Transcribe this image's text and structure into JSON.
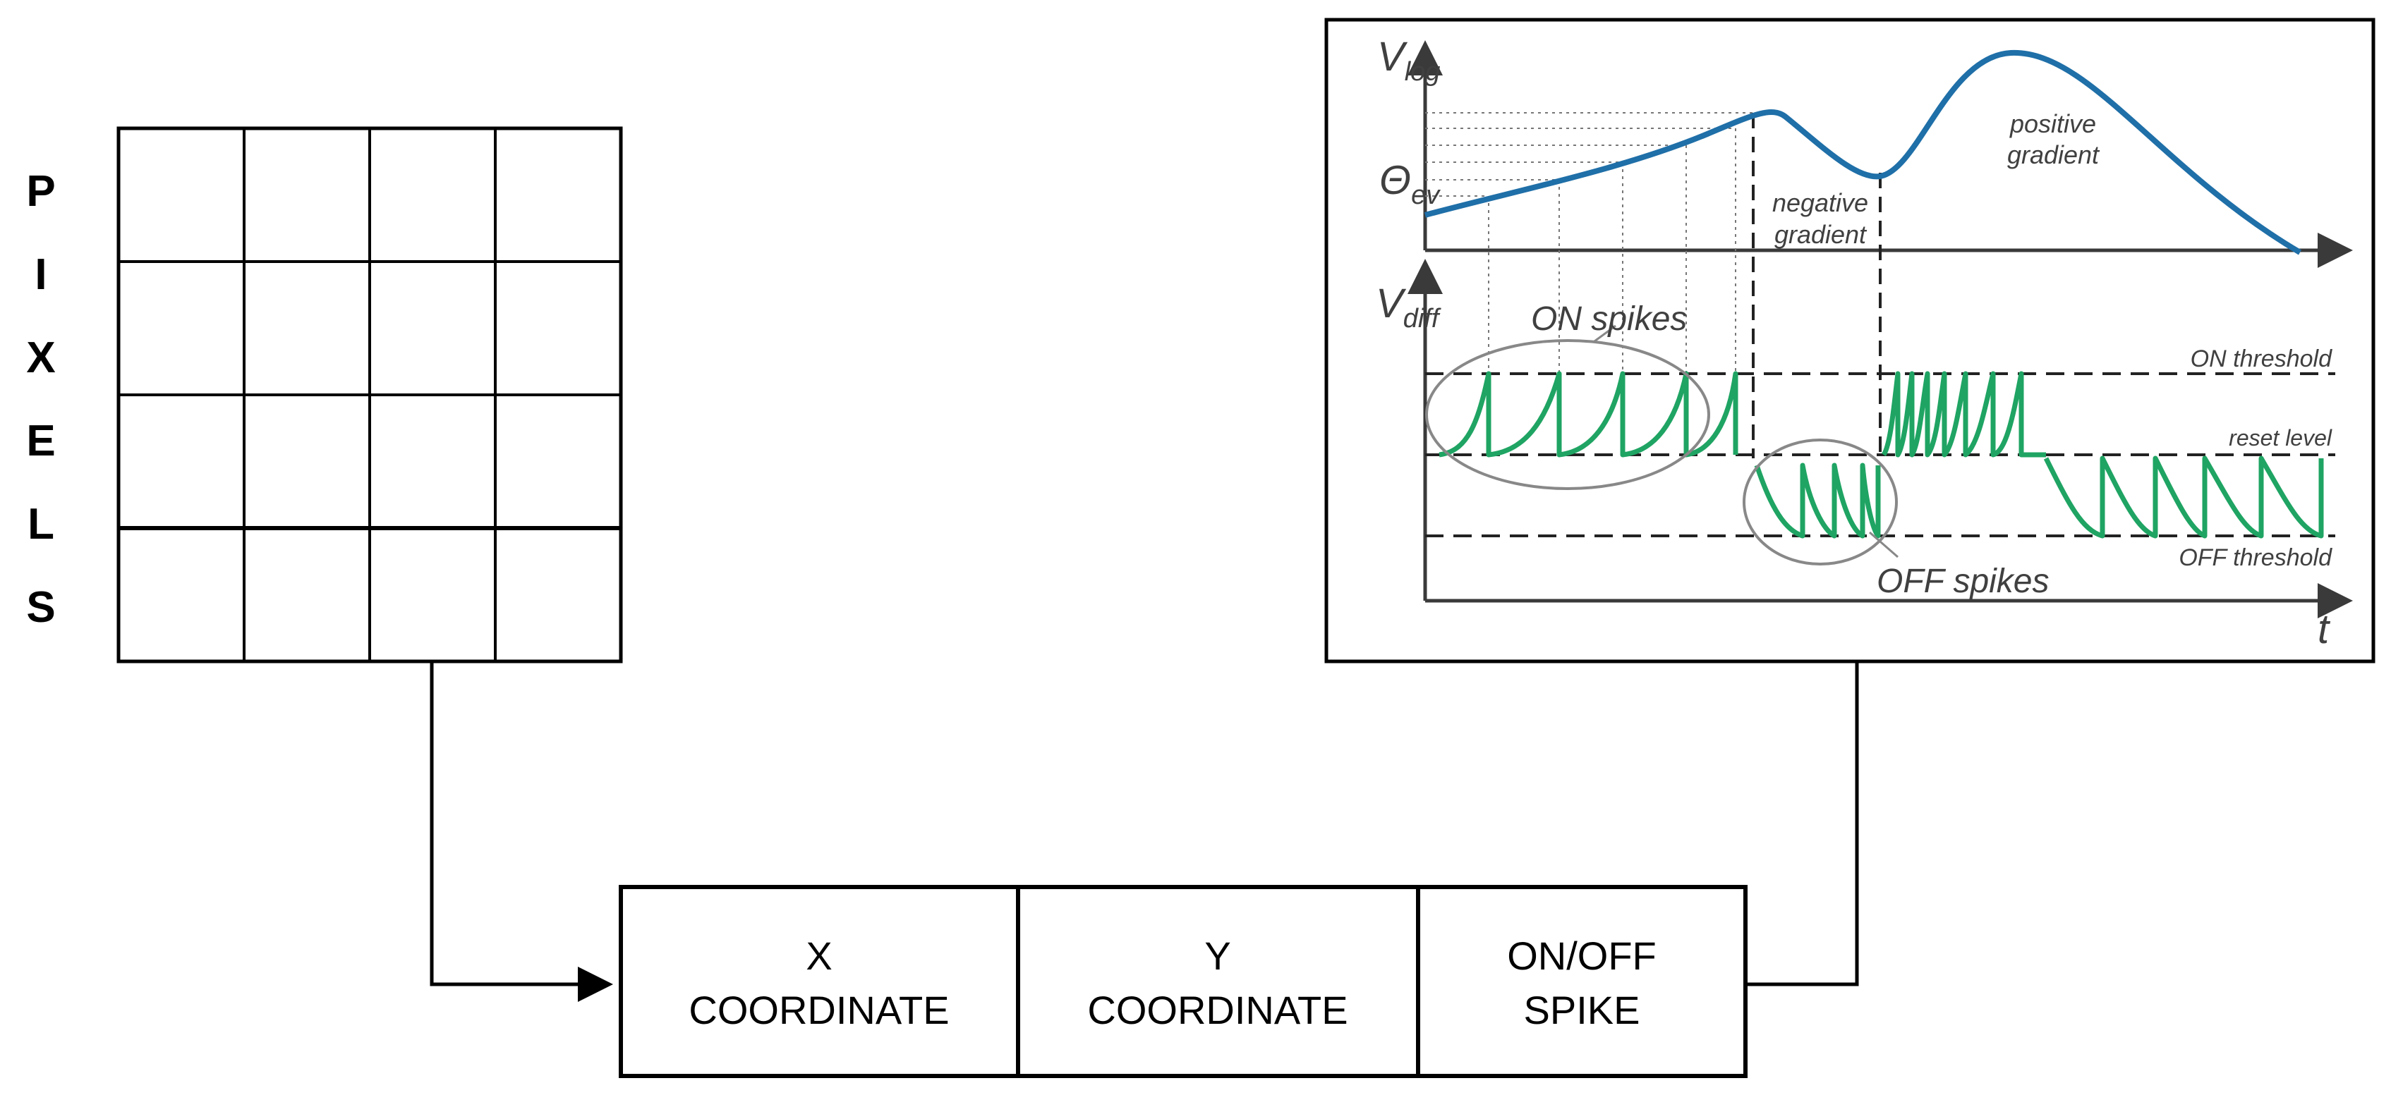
{
  "pixels_label": [
    "P",
    "I",
    "X",
    "E",
    "L",
    "S"
  ],
  "pixel_grid": {
    "rows": 4,
    "cols": 4
  },
  "output_word": {
    "fields": [
      {
        "line1": "X",
        "line2": "COORDINATE"
      },
      {
        "line1": "Y",
        "line2": "COORDINATE"
      },
      {
        "line1": "ON/OFF",
        "line2": "SPIKE"
      }
    ]
  },
  "plot": {
    "y_label_top_main": "V",
    "y_label_top_sub": "log",
    "theta_main": "Θ",
    "theta_sub": "ev",
    "y_label_bottom_main": "V",
    "y_label_bottom_sub": "diff",
    "x_label": "t",
    "negative_gradient": [
      "negative",
      "gradient"
    ],
    "positive_gradient": [
      "positive",
      "gradient"
    ],
    "on_spikes": "ON spikes",
    "off_spikes": "OFF spikes",
    "on_threshold": "ON threshold",
    "reset_level": "reset level",
    "off_threshold": "OFF threshold",
    "colors": {
      "vlog_curve": "#1f6fa8",
      "spikes": "#1fa463",
      "axis": "#3a3a3a"
    }
  }
}
